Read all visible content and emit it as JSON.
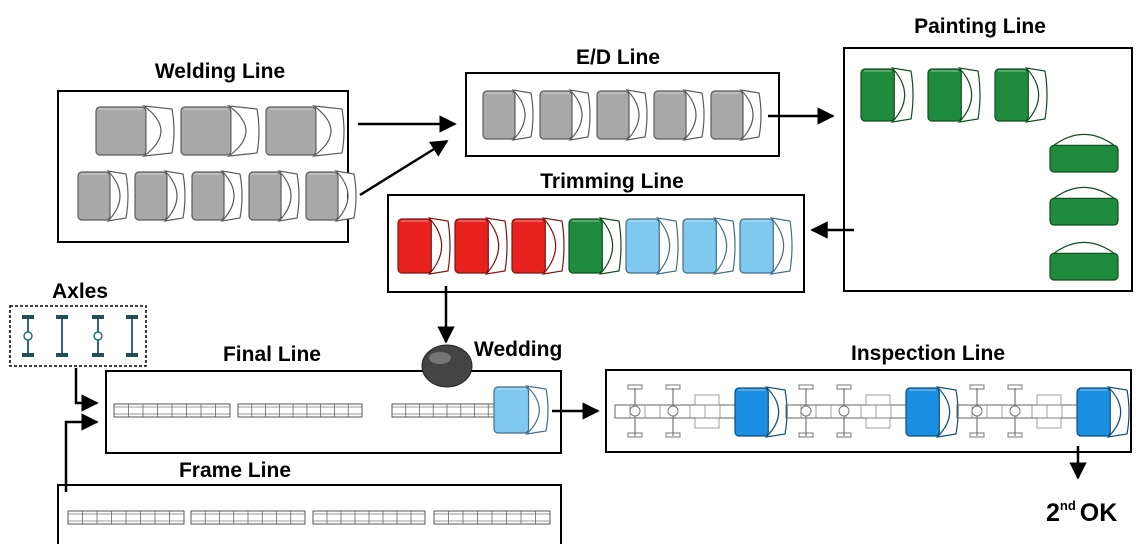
{
  "labels": {
    "welding": "Welding Line",
    "ed": "E/D Line",
    "painting": "Painting Line",
    "trimming": "Trimming Line",
    "axles": "Axles",
    "final": "Final Line",
    "wedding": "Wedding",
    "inspection": "Inspection Line",
    "frame": "Frame Line",
    "ok_prefix": "2",
    "ok_sup": "nd",
    "ok_suffix": "OK"
  },
  "colors": {
    "gray": "#a8a8a8",
    "green": "#1e8c3c",
    "red": "#e8231f",
    "light_blue": "#7fc8f0",
    "blue": "#1a8ee0",
    "dark_blob": "#444444"
  },
  "lines": {
    "welding": {
      "cab_colors": [
        "gray",
        "gray",
        "gray",
        "gray",
        "gray",
        "gray",
        "gray",
        "gray"
      ]
    },
    "ed": {
      "cab_colors": [
        "gray",
        "gray",
        "gray",
        "gray",
        "gray"
      ]
    },
    "painting": {
      "cab_colors": [
        "green",
        "green",
        "green",
        "green",
        "green",
        "green"
      ]
    },
    "trimming": {
      "cab_colors": [
        "red",
        "red",
        "red",
        "green",
        "light_blue",
        "light_blue",
        "light_blue"
      ]
    },
    "final": {
      "cab_colors": [
        "light_blue"
      ]
    },
    "inspection": {
      "cab_colors": [
        "blue",
        "blue",
        "blue"
      ]
    }
  }
}
